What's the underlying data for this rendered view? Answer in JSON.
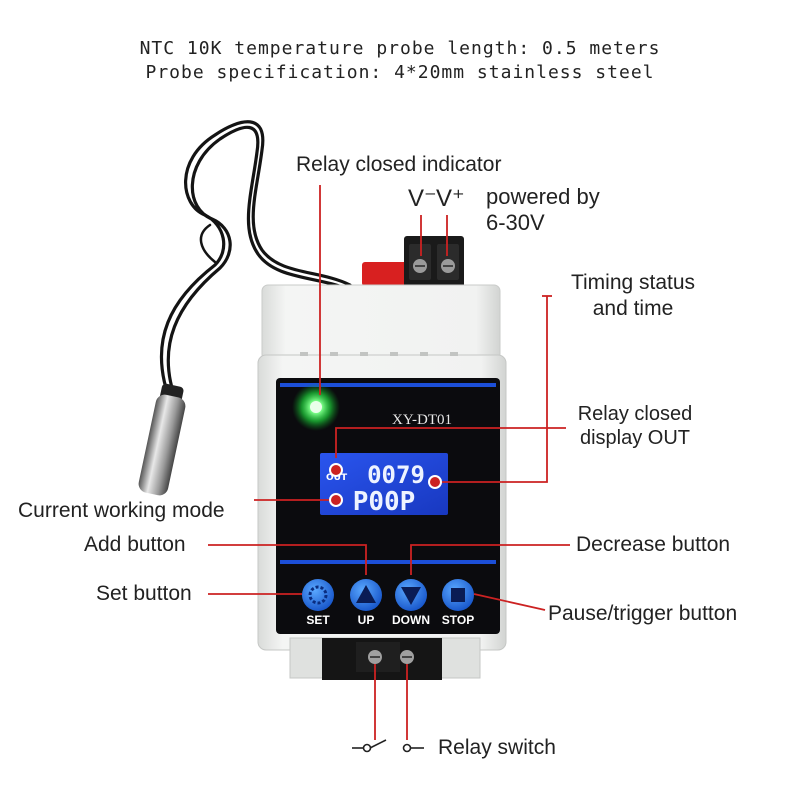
{
  "header": {
    "line1": "NTC 10K temperature probe length: 0.5 meters",
    "line2": "Probe specification: 4*20mm stainless steel"
  },
  "device": {
    "model": "XY-DT01",
    "display": {
      "top": "0079",
      "bottom": "P00P",
      "out_label": "OUT"
    },
    "terminals": {
      "negative": "V⁻",
      "positive": "V⁺"
    },
    "buttons": [
      {
        "label": "SET",
        "icon": "ring-icon"
      },
      {
        "label": "UP",
        "icon": "triangle-up-icon"
      },
      {
        "label": "DOWN",
        "icon": "triangle-down-icon"
      },
      {
        "label": "STOP",
        "icon": "square-icon"
      }
    ]
  },
  "callouts": {
    "relay_indicator": "Relay closed indicator",
    "power": "powered by\n6-30V",
    "timing_status": "Timing status\nand time",
    "relay_display": "Relay closed\ndisplay OUT",
    "working_mode": "Current working mode",
    "add_button": "Add button",
    "decrease_button": "Decrease button",
    "set_button": "Set button",
    "pause_button": "Pause/trigger button",
    "relay_switch": "Relay switch"
  },
  "colors": {
    "callout_line": "#cc2222",
    "lcd": "#1f45d8",
    "button": "#1f6fe0",
    "casing": "#eef0ee",
    "panel": "#0b0b0e",
    "led": "#3dff5a"
  }
}
